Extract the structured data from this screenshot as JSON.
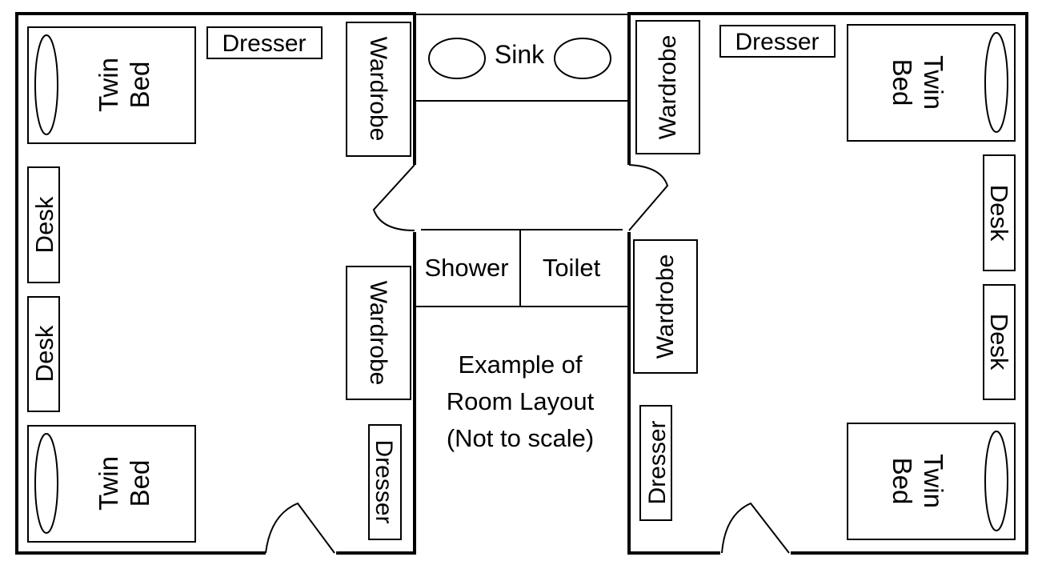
{
  "labels": {
    "twin_bed_line1": "Twin",
    "twin_bed_line2": "Bed",
    "dresser": "Dresser",
    "wardrobe": "Wardrobe",
    "desk": "Desk",
    "sink": "Sink",
    "shower": "Shower",
    "toilet": "Toilet"
  },
  "caption": {
    "line1": "Example of",
    "line2": "Room Layout",
    "line3": "(Not to scale)"
  }
}
